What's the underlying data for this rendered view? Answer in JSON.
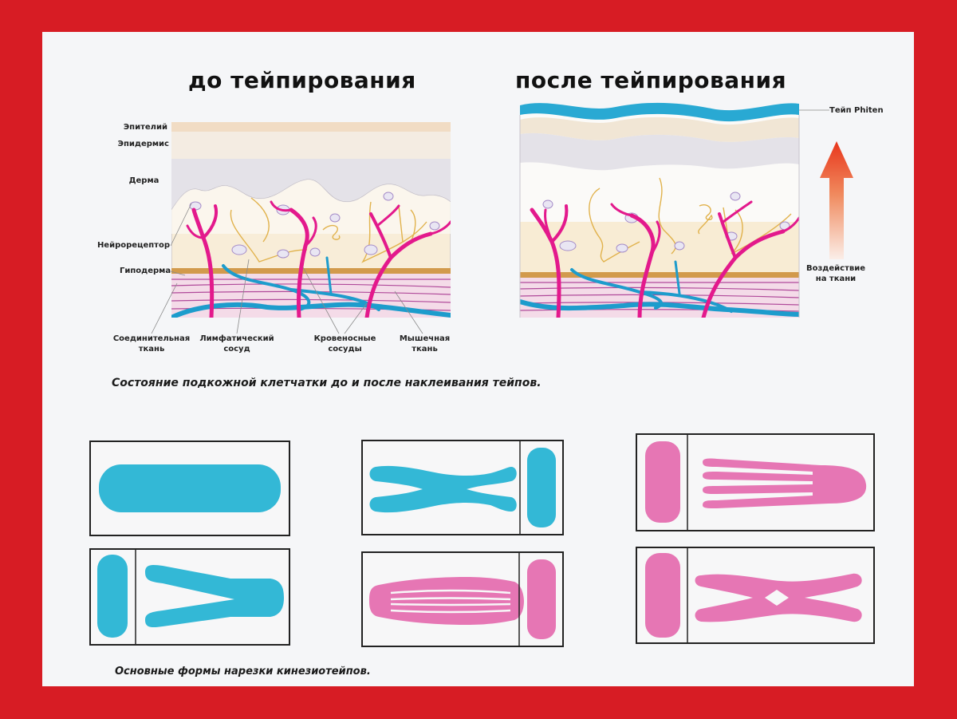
{
  "colors": {
    "frame": "#d71c24",
    "panel": "#f5f6f8",
    "tape_blue": "#33b8d6",
    "tape_pink": "#e676b4",
    "blood_vessel": "#e3198c",
    "lymph_vessel": "#1d9ccc",
    "nerve": "#e0b44a",
    "hypodermis": "#f6e7c9",
    "muscle": "#f3d7e6",
    "fascia": "#c98c3a"
  },
  "headings": {
    "before": "до тейпирования",
    "after": "после тейпирования"
  },
  "before_diagram": {
    "layer_labels": [
      {
        "id": "epithelium",
        "label": "Эпителий"
      },
      {
        "id": "epidermis",
        "label": "Эпидермис"
      },
      {
        "id": "dermis",
        "label": "Дерма"
      },
      {
        "id": "neuroreceptor",
        "label": "Нейрорецептор"
      },
      {
        "id": "hypodermis",
        "label": "Гиподерма"
      }
    ],
    "bottom_labels": [
      {
        "id": "connective",
        "line1": "Соединительная",
        "line2": "ткань"
      },
      {
        "id": "lymph",
        "line1": "Лимфатический",
        "line2": "сосуд"
      },
      {
        "id": "blood",
        "line1": "Кровеносные",
        "line2": "сосуды"
      },
      {
        "id": "muscle",
        "line1": "Мышечная",
        "line2": "ткань"
      }
    ]
  },
  "after_diagram": {
    "tape_label": "Тейп Phiten",
    "arrow_label_line1": "Воздействие",
    "arrow_label_line2": "на ткани"
  },
  "captions": {
    "diagram": "Состояние подкожной клетчатки до и после наклеивания тейпов.",
    "cuts": "Основные формы нарезки кинезиотейпов."
  },
  "tape_cuts": [
    {
      "id": "i-strip",
      "shape": "I-образный",
      "color": "blue"
    },
    {
      "id": "x-strip",
      "shape": "X-образный",
      "color": "blue"
    },
    {
      "id": "fan-strip",
      "shape": "веерный",
      "color": "pink"
    },
    {
      "id": "y-strip",
      "shape": "Y-образный",
      "color": "blue"
    },
    {
      "id": "web-strip",
      "shape": "сеточный",
      "color": "pink"
    },
    {
      "id": "donut-strip",
      "shape": "X с отверстием",
      "color": "pink"
    }
  ]
}
